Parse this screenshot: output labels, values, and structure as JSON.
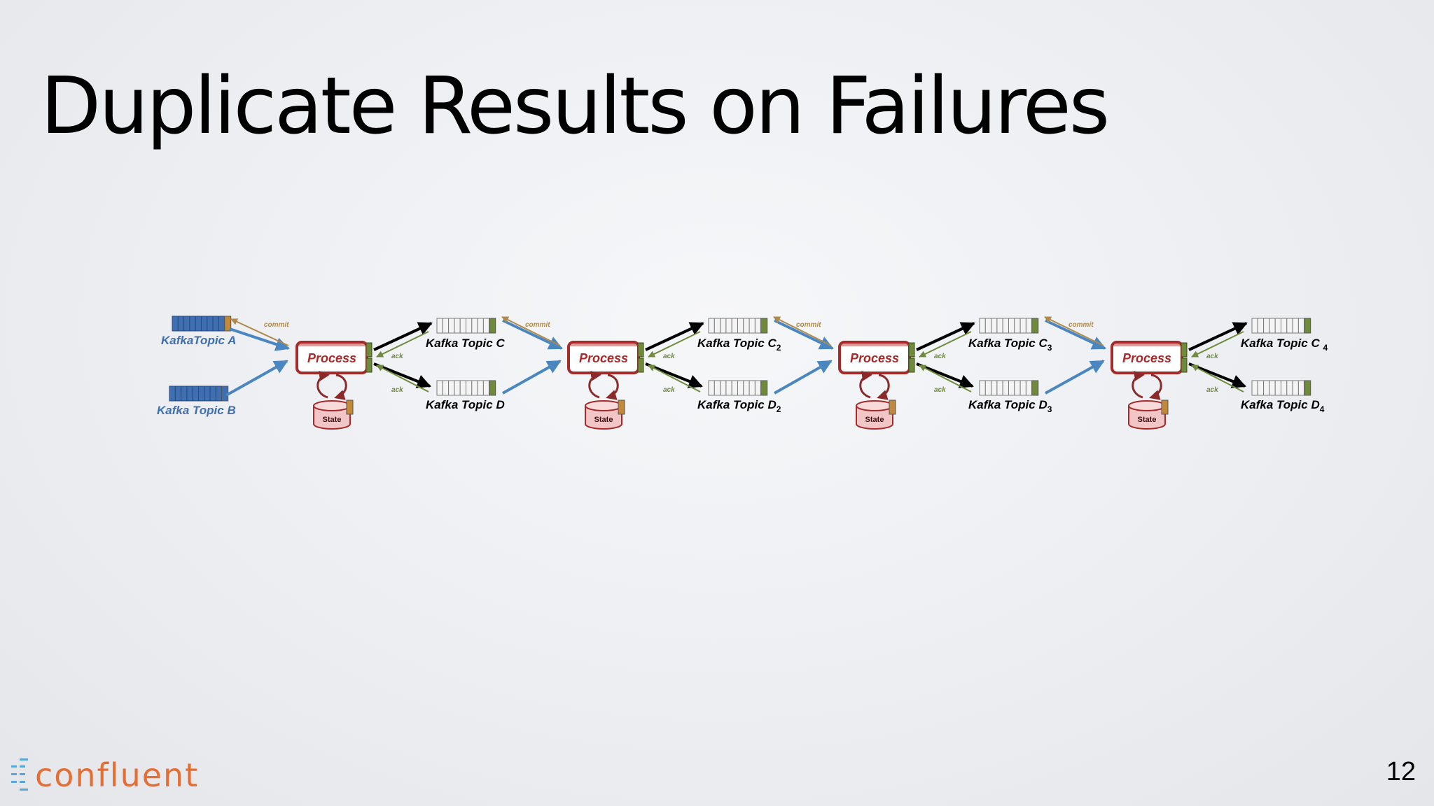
{
  "slide": {
    "title": "Duplicate Results on Failures",
    "page_number": "12",
    "logo_text": "confluent"
  },
  "diagram": {
    "inputs": [
      {
        "label": "KafkaTopic A",
        "color": "#3f6fb0"
      },
      {
        "label": "Kafka Topic B",
        "color": "#3f6fb0"
      }
    ],
    "stages": [
      {
        "process": "Process",
        "state": "State",
        "outputs": [
          {
            "label": "Kafka Topic C",
            "sub": ""
          },
          {
            "label": "Kafka Topic D",
            "sub": ""
          }
        ]
      },
      {
        "process": "Process",
        "state": "State",
        "outputs": [
          {
            "label": "Kafka Topic C",
            "sub": "2"
          },
          {
            "label": "Kafka Topic D",
            "sub": "2"
          }
        ]
      },
      {
        "process": "Process",
        "state": "State",
        "outputs": [
          {
            "label": "Kafka Topic C",
            "sub": "3"
          },
          {
            "label": "Kafka Topic D",
            "sub": "3"
          }
        ]
      },
      {
        "process": "Process",
        "state": "State",
        "outputs": [
          {
            "label": "Kafka Topic C ",
            "sub": "4"
          },
          {
            "label": "Kafka Topic D",
            "sub": "4"
          }
        ]
      }
    ],
    "commit_label": "commit",
    "ack_label": "ack",
    "colors": {
      "process": "#a52a2a",
      "state_fill": "#f2c6c6",
      "commit": "#b08a4a",
      "ack": "#6e8a3a",
      "input_arrow": "#4a86c0",
      "output_arrow": "#000000",
      "topic_blue": "#3f6fb0",
      "topic_end_green": "#6e8a3a",
      "topic_end_orange": "#c08a3a"
    }
  }
}
